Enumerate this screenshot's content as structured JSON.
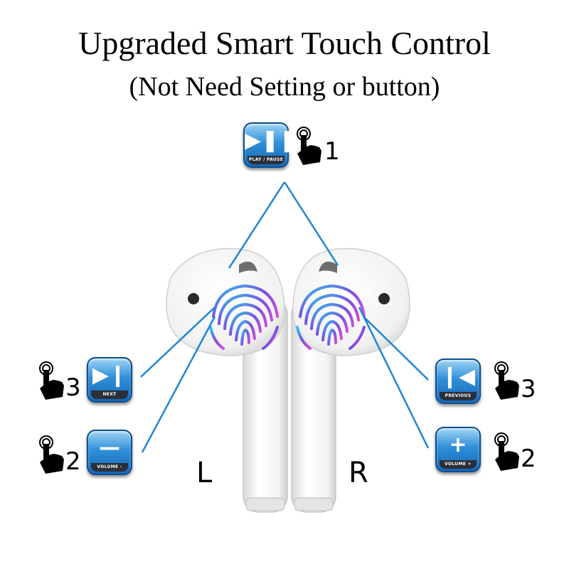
{
  "header": {
    "title": "Upgraded Smart Touch Control",
    "subtitle": "(Not Need Setting or button)"
  },
  "controls": {
    "play_pause": {
      "icon": "play-pause-icon",
      "caption": "PLAY / PAUSE",
      "taps": "1"
    },
    "next": {
      "icon": "next-track-icon",
      "caption": "NEXT",
      "taps": "3"
    },
    "volume_down": {
      "icon": "minus-icon",
      "caption": "VOLUME -",
      "taps": "2"
    },
    "previous": {
      "icon": "previous-track-icon",
      "caption": "PREVIOUS",
      "taps": "3"
    },
    "volume_up": {
      "icon": "plus-icon",
      "caption": "VOLUME +",
      "taps": "2"
    }
  },
  "earbuds": {
    "left_label": "L",
    "right_label": "R"
  },
  "colors": {
    "line": "#1f86d4",
    "button": "#2f8fd8"
  }
}
